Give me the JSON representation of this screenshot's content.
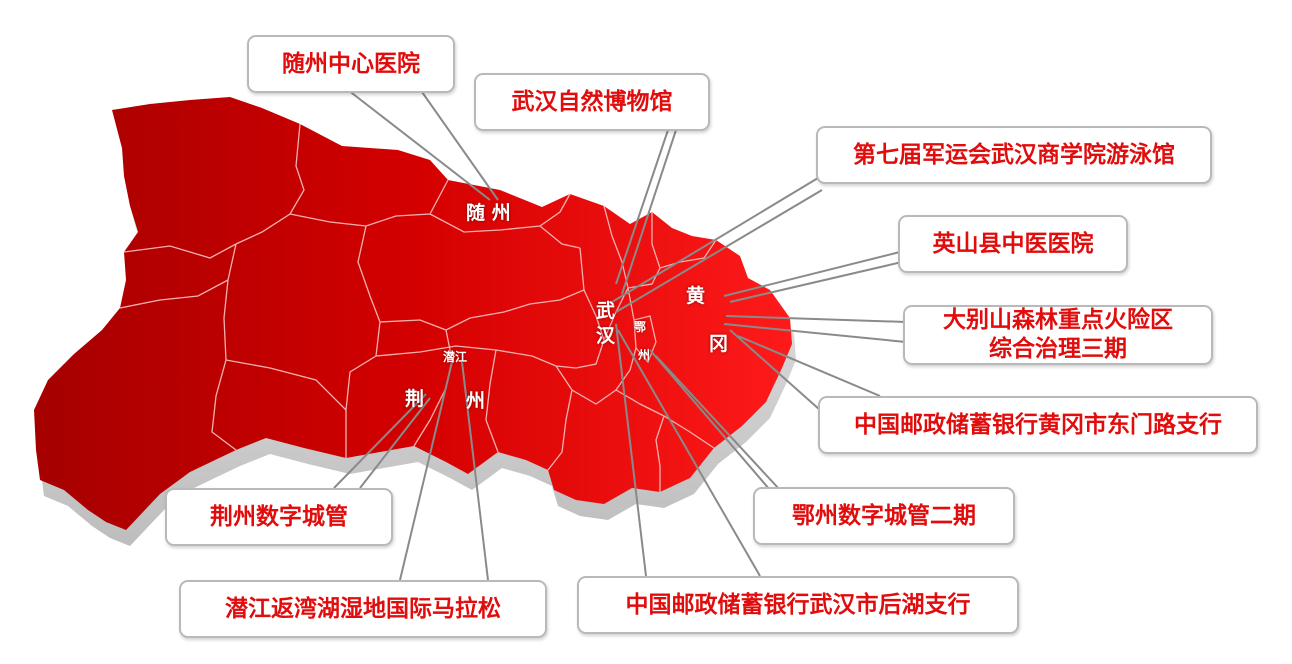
{
  "colors": {
    "map_dark": "#a50000",
    "map_mid": "#d30000",
    "map_bright": "#ff1a1a",
    "map_side": "#d6d6d6",
    "boundary": "#f4b0b0",
    "leader_line": "#8a8a8a",
    "callout_text": "#e10d0d",
    "callout_border": "#b9b9b9"
  },
  "map_labels": {
    "suizhou": "随 州",
    "wu": "武",
    "han": "汉",
    "huang": "黄",
    "gang": "冈",
    "e": "鄂",
    "ezhou_zhou": "州",
    "qianjiang": "潜江",
    "jing": "荆",
    "jingzhou_zhou": "州"
  },
  "callouts": [
    {
      "id": "suizhou-hospital",
      "text": "随州中心医院"
    },
    {
      "id": "wuhan-museum",
      "text": "武汉自然博物馆"
    },
    {
      "id": "military-games-pool",
      "text": "第七届军运会武汉商学院游泳馆"
    },
    {
      "id": "yingshan-hospital",
      "text": "英山县中医医院"
    },
    {
      "id": "dabieshan-fire",
      "text": "大别山森林重点火险区\n综合治理三期"
    },
    {
      "id": "huanggang-bank",
      "text": "中国邮政储蓄银行黄冈市东门路支行"
    },
    {
      "id": "ezhou-citymgmt",
      "text": "鄂州数字城管二期"
    },
    {
      "id": "wuhan-bank",
      "text": "中国邮政储蓄银行武汉市后湖支行"
    },
    {
      "id": "qianjiang-marathon",
      "text": "潜江返湾湖湿地国际马拉松"
    },
    {
      "id": "jingzhou-citymgmt",
      "text": "荆州数字城管"
    }
  ]
}
